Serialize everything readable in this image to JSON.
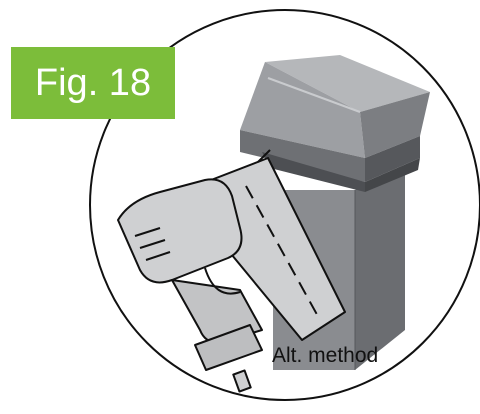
{
  "figure": {
    "label": "Fig. 18",
    "caption": "Alt. method",
    "icons": [
      "post-cap",
      "post",
      "nail-gun"
    ],
    "colors": {
      "badge": "#7cbd3a",
      "post": "#8a8c90",
      "post_dark": "#5f6165",
      "tool": "#cfd0d2",
      "outline": "#111111"
    }
  }
}
